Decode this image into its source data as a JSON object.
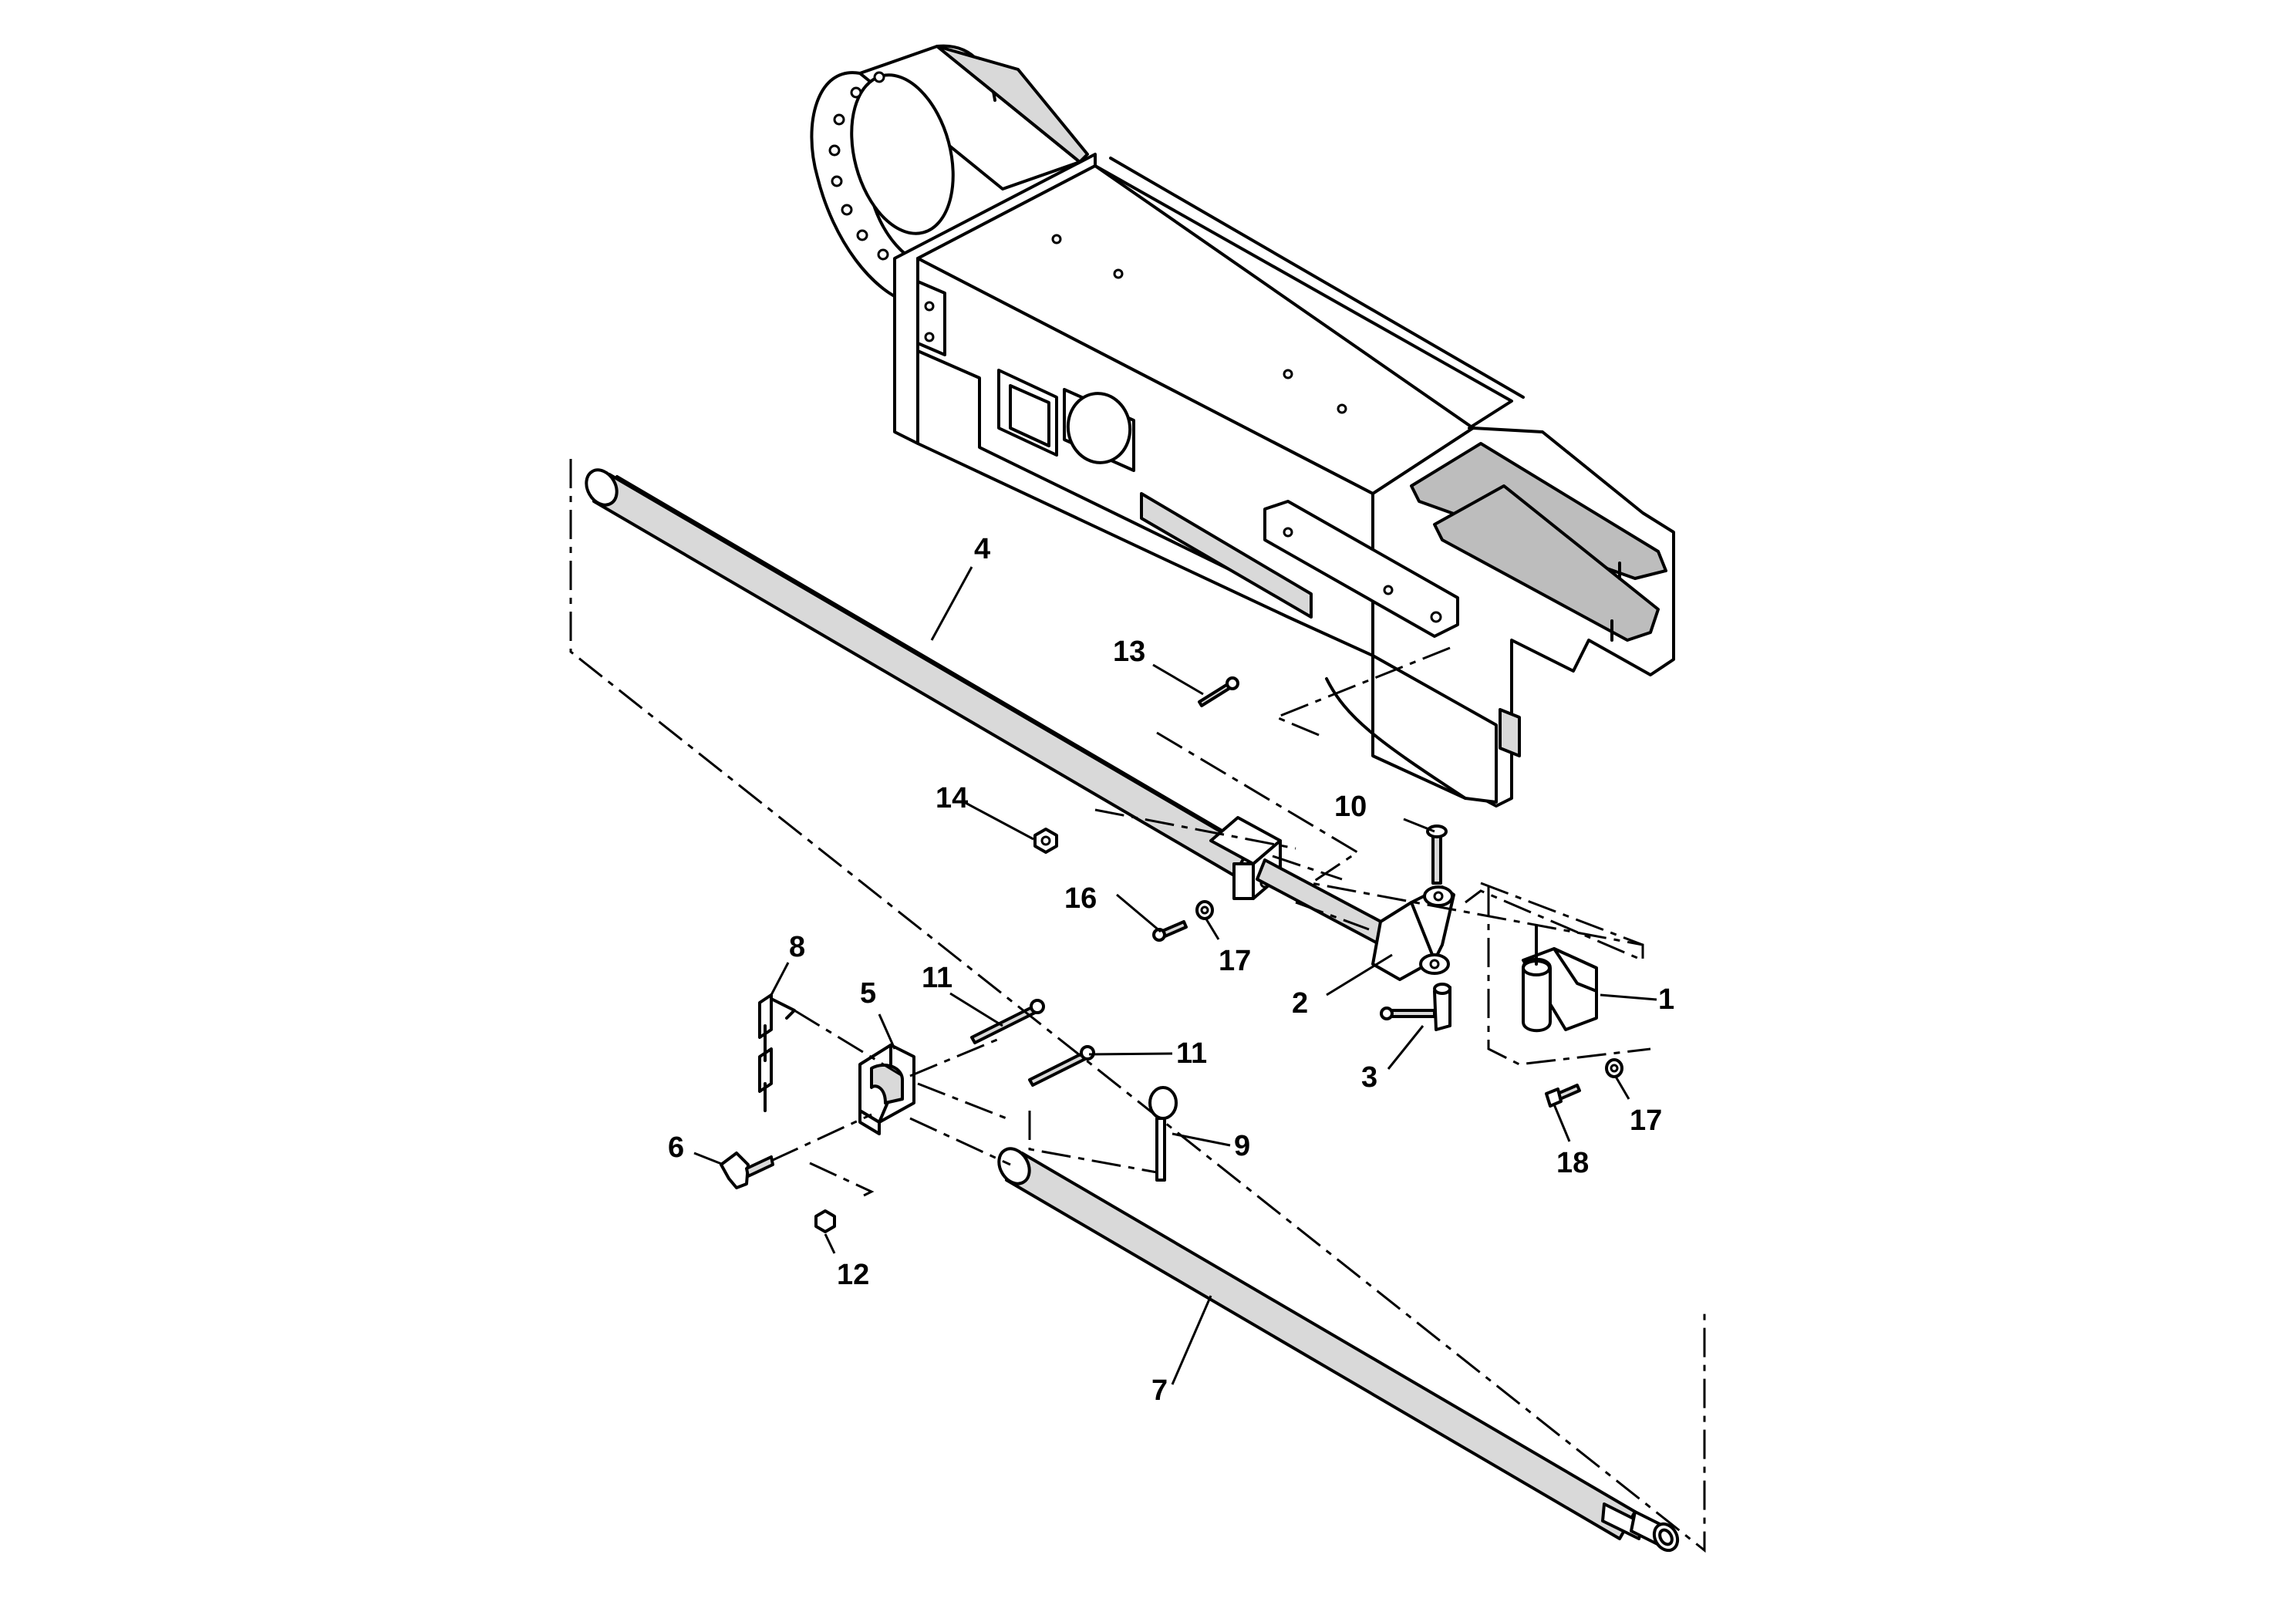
{
  "callouts": [
    {
      "id": "1",
      "label": "1"
    },
    {
      "id": "2",
      "label": "2"
    },
    {
      "id": "3",
      "label": "3"
    },
    {
      "id": "4",
      "label": "4"
    },
    {
      "id": "5",
      "label": "5"
    },
    {
      "id": "6",
      "label": "6"
    },
    {
      "id": "7",
      "label": "7"
    },
    {
      "id": "8",
      "label": "8"
    },
    {
      "id": "9",
      "label": "9"
    },
    {
      "id": "10",
      "label": "10"
    },
    {
      "id": "11a",
      "label": "11"
    },
    {
      "id": "11b",
      "label": "11"
    },
    {
      "id": "12",
      "label": "12"
    },
    {
      "id": "13",
      "label": "13"
    },
    {
      "id": "14",
      "label": "14"
    },
    {
      "id": "16",
      "label": "16"
    },
    {
      "id": "17a",
      "label": "17"
    },
    {
      "id": "17b",
      "label": "17"
    },
    {
      "id": "18",
      "label": "18"
    }
  ]
}
